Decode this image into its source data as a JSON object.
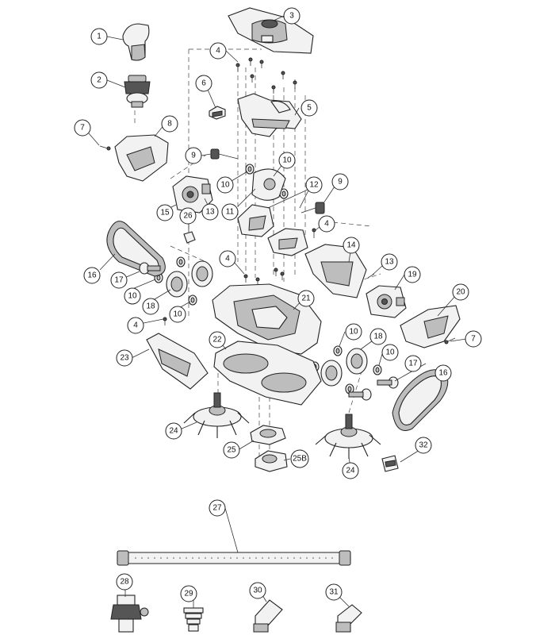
{
  "diagram": {
    "callouts": [
      {
        "id": "c1",
        "label": "1"
      },
      {
        "id": "c2",
        "label": "2"
      },
      {
        "id": "c3",
        "label": "3"
      },
      {
        "id": "c4a",
        "label": "4"
      },
      {
        "id": "c4b",
        "label": "4"
      },
      {
        "id": "c4c",
        "label": "4"
      },
      {
        "id": "c4d",
        "label": "4"
      },
      {
        "id": "c5",
        "label": "5"
      },
      {
        "id": "c6",
        "label": "6"
      },
      {
        "id": "c7a",
        "label": "7"
      },
      {
        "id": "c7b",
        "label": "7"
      },
      {
        "id": "c8",
        "label": "8"
      },
      {
        "id": "c9a",
        "label": "9"
      },
      {
        "id": "c9b",
        "label": "9"
      },
      {
        "id": "c10a",
        "label": "10"
      },
      {
        "id": "c10b",
        "label": "10"
      },
      {
        "id": "c10c",
        "label": "10"
      },
      {
        "id": "c10d",
        "label": "10"
      },
      {
        "id": "c10e",
        "label": "10"
      },
      {
        "id": "c10f",
        "label": "10"
      },
      {
        "id": "c11",
        "label": "11"
      },
      {
        "id": "c12",
        "label": "12"
      },
      {
        "id": "c13a",
        "label": "13"
      },
      {
        "id": "c13b",
        "label": "13"
      },
      {
        "id": "c14",
        "label": "14"
      },
      {
        "id": "c15",
        "label": "15"
      },
      {
        "id": "c16a",
        "label": "16"
      },
      {
        "id": "c16b",
        "label": "16"
      },
      {
        "id": "c17a",
        "label": "17"
      },
      {
        "id": "c17b",
        "label": "17"
      },
      {
        "id": "c18a",
        "label": "18"
      },
      {
        "id": "c18b",
        "label": "18"
      },
      {
        "id": "c19",
        "label": "19"
      },
      {
        "id": "c20",
        "label": "20"
      },
      {
        "id": "c21",
        "label": "21"
      },
      {
        "id": "c22",
        "label": "22"
      },
      {
        "id": "c23",
        "label": "23"
      },
      {
        "id": "c24a",
        "label": "24"
      },
      {
        "id": "c24b",
        "label": "24"
      },
      {
        "id": "c25",
        "label": "25"
      },
      {
        "id": "c25b",
        "label": "25B"
      },
      {
        "id": "c26",
        "label": "26"
      },
      {
        "id": "c27",
        "label": "27"
      },
      {
        "id": "c28",
        "label": "28"
      },
      {
        "id": "c29",
        "label": "29"
      },
      {
        "id": "c30",
        "label": "30"
      },
      {
        "id": "c31",
        "label": "31"
      },
      {
        "id": "c32",
        "label": "32"
      }
    ]
  }
}
